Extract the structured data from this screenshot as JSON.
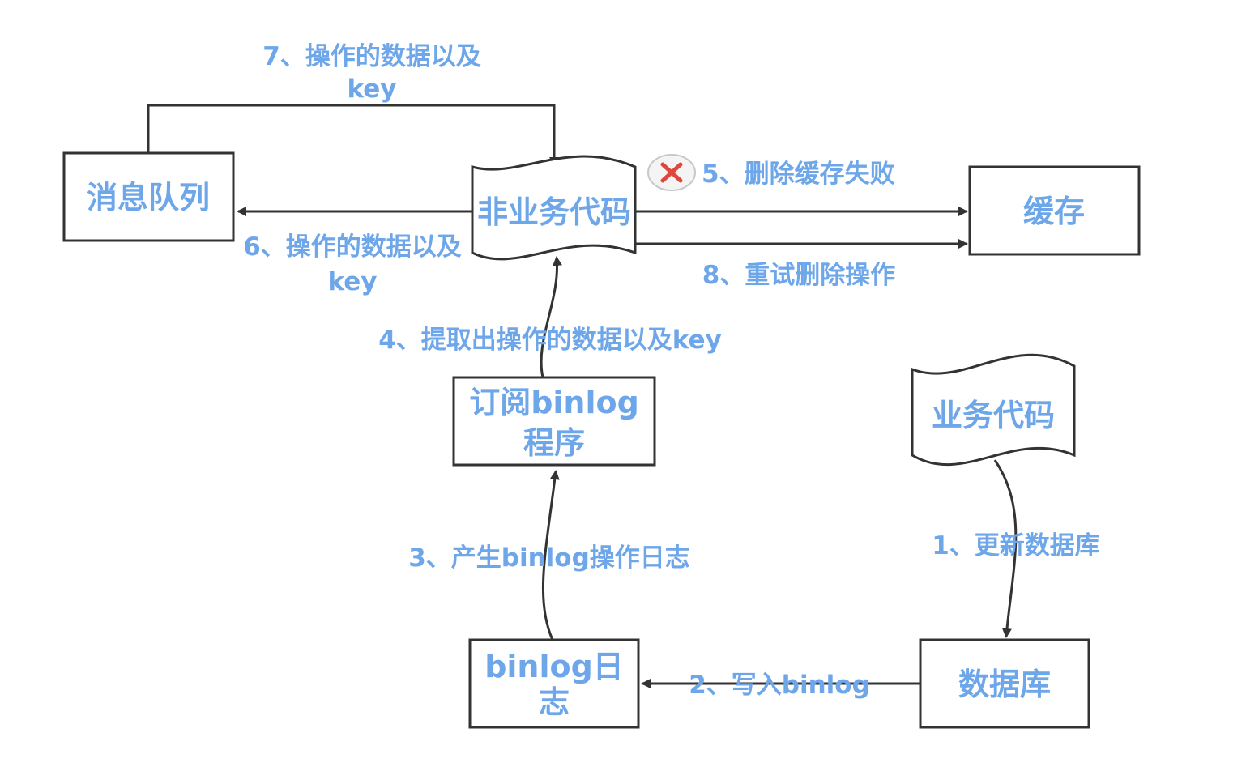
{
  "nodes": {
    "message_queue": "消息队列",
    "non_business_code": "非业务代码",
    "cache": "缓存",
    "subscriber": [
      "订阅binlog",
      "程序"
    ],
    "business_code": "业务代码",
    "binlog": [
      "binlog日",
      "志"
    ],
    "database": "数据库"
  },
  "edges": {
    "step1": "1、更新数据库",
    "step2": "2、写入binlog",
    "step3": "3、产生binlog操作日志",
    "step4": "4、提取出操作的数据以及key",
    "step5": "5、删除缓存失败",
    "step6": [
      "6、操作的数据以及",
      "key"
    ],
    "step7": [
      "7、操作的数据以及",
      "key"
    ],
    "step8": "8、重试删除操作"
  },
  "icons": {
    "failure": "close-icon"
  },
  "colors": {
    "label": "#6ea6ea",
    "stroke": "#333333",
    "failure": "#e0463a"
  }
}
